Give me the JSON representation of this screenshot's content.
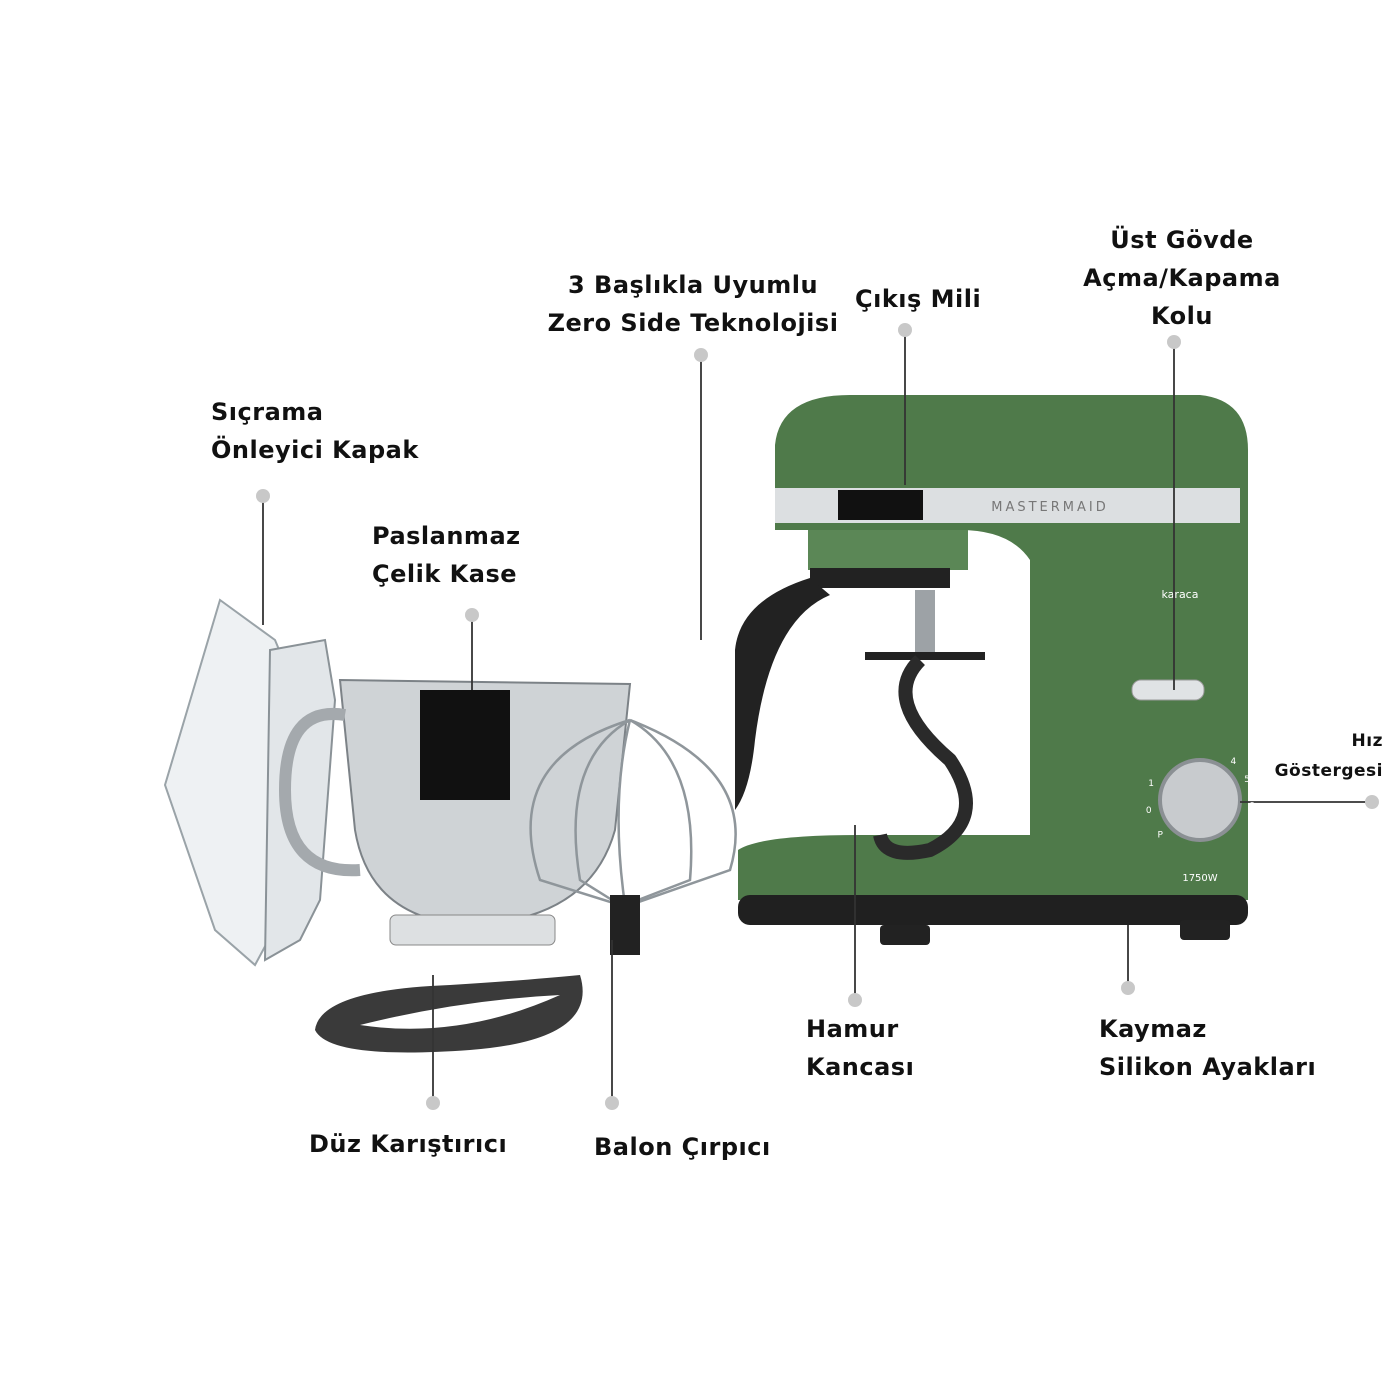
{
  "labels": {
    "splash_guard": [
      "Sıçrama",
      "Önleyici Kapak"
    ],
    "bowl": [
      "Paslanmaz",
      "Çelik Kase"
    ],
    "zero_side": [
      "3 Başlıkla Uyumlu",
      "Zero Side Teknolojisi"
    ],
    "output_shaft": [
      "Çıkış Mili"
    ],
    "head_lever": [
      "Üst Gövde",
      "Açma/Kapama",
      "Kolu"
    ],
    "speed_dial": [
      "Hız",
      "Göstergesi"
    ],
    "dough_hook": [
      "Hamur",
      "Kancası"
    ],
    "feet": [
      "Kaymaz",
      "Silikon Ayakları"
    ],
    "flat_beater": [
      "Düz Karıştırıcı"
    ],
    "whisk": [
      "Balon Çırpıcı"
    ]
  },
  "product": {
    "brand": "MASTERMAID",
    "logo": "karaca",
    "power": "1750W",
    "dial_marks": [
      "P",
      "0",
      "1",
      "4",
      "5",
      "6"
    ],
    "body_color": "#4f7a4a",
    "body_dark": "#3f6339"
  },
  "colors": {
    "leader_line": "#333333",
    "dot": "#c8c8c8",
    "text": "#111111"
  }
}
